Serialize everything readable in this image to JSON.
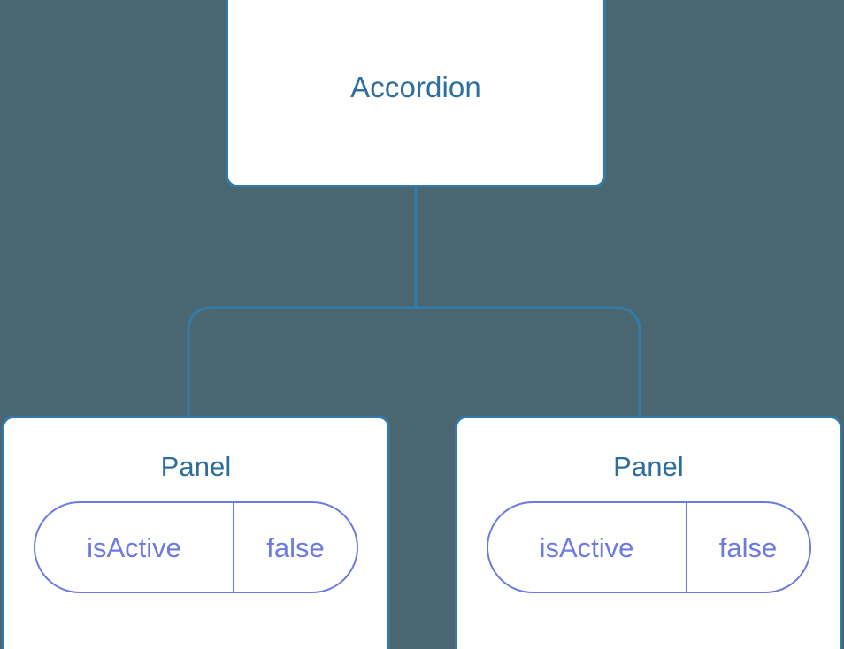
{
  "diagram": {
    "type": "component-tree",
    "background_color": "#4a6670",
    "node_border_color": "#3479a8",
    "node_title_color": "#2d6e9e",
    "edge_color": "#3479a8",
    "state_accent_color": "#6c7ae0"
  },
  "root": {
    "label": "Accordion"
  },
  "children": [
    {
      "label": "Panel",
      "state": {
        "key": "isActive",
        "value": "false"
      }
    },
    {
      "label": "Panel",
      "state": {
        "key": "isActive",
        "value": "false"
      }
    }
  ]
}
